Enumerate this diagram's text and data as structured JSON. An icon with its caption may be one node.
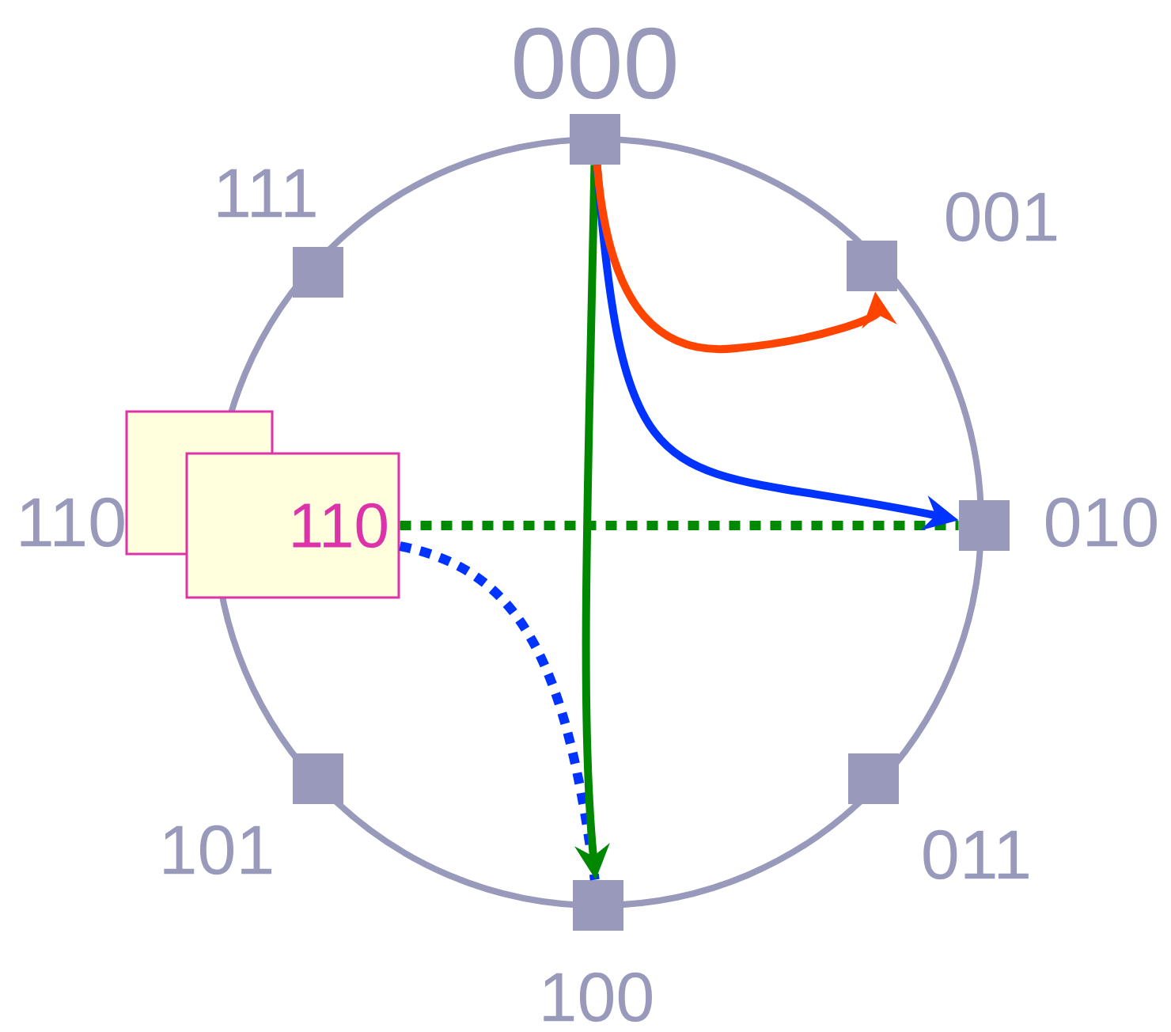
{
  "diagram": {
    "nodes": [
      {
        "text": [],
        "shape": "box",
        "beside": [
          "000"
        ]
      },
      {
        "text": [],
        "shape": "box",
        "beside": [
          "001"
        ]
      },
      {
        "text": [],
        "shape": "box",
        "beside": [
          "010"
        ]
      },
      {
        "text": [],
        "shape": "box",
        "beside": [
          "011"
        ]
      },
      {
        "text": [],
        "shape": "box",
        "beside": [
          "100"
        ]
      },
      {
        "text": [],
        "shape": "box",
        "beside": [
          "101"
        ]
      },
      {
        "text": [],
        "shape": "box",
        "beside": [
          "110"
        ]
      },
      {
        "text": [],
        "shape": "box",
        "beside": [
          "111"
        ]
      },
      {
        "text": [
          "110"
        ]
      }
    ],
    "edges": [
      {
        "from": 8,
        "to": 2,
        "arrow": "none",
        "style": "dashed",
        "color": "#008800"
      },
      {
        "from": 8,
        "to": 4,
        "arrow": "none",
        "style": "dashed",
        "color": "#0033ff"
      },
      {
        "from": 0,
        "to": 4,
        "arrow": "to",
        "color": "#008800"
      },
      {
        "from": 0,
        "to": 2,
        "arrow": "to",
        "color": "#0033ff"
      },
      {
        "from": 0,
        "to": 1,
        "arrow": "to",
        "color": "#ff4400"
      }
    ]
  }
}
